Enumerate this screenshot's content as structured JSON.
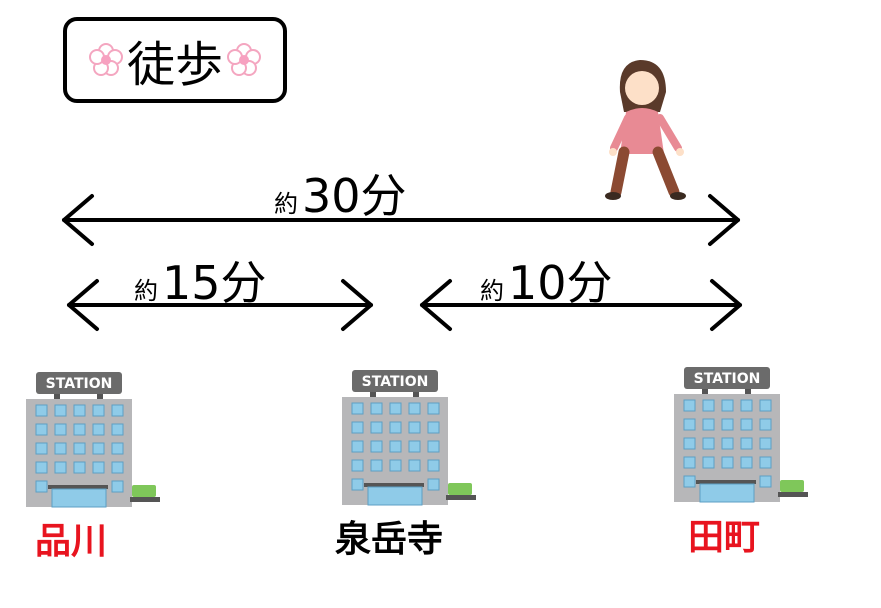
{
  "title": "徒歩",
  "routes": [
    {
      "prefix": "約",
      "duration": "30分"
    },
    {
      "prefix": "約",
      "duration": "15分"
    },
    {
      "prefix": "約",
      "duration": "10分"
    }
  ],
  "stations": [
    {
      "name": "品川",
      "sign": "STATION",
      "color": "#e8141f"
    },
    {
      "name": "泉岳寺",
      "sign": "STATION",
      "color": "#000000"
    },
    {
      "name": "田町",
      "sign": "STATION",
      "color": "#e8141f"
    }
  ]
}
